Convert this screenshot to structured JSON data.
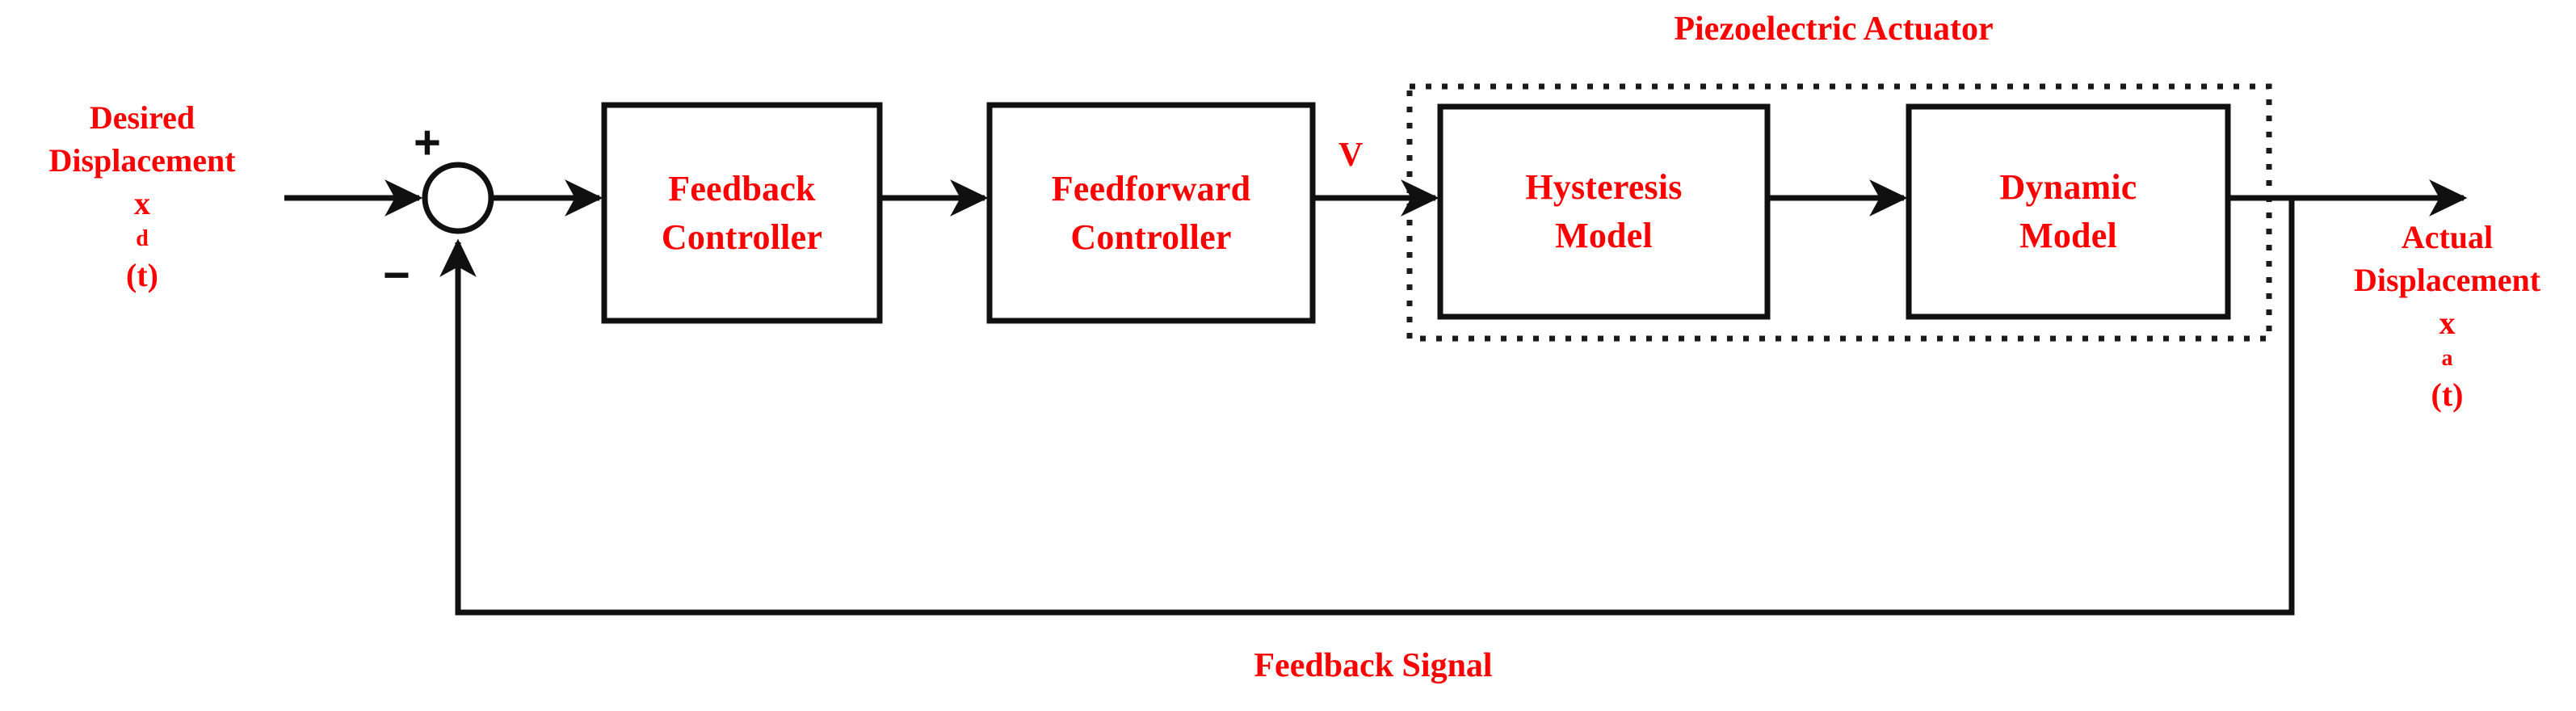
{
  "diagram": {
    "kind": "control-system-block-diagram",
    "background_color": "#ffffff",
    "accent_color": "#fe0000",
    "line_color": "#101010"
  },
  "group": {
    "title": "Piezoelectric Actuator",
    "border_style": "dotted"
  },
  "input": {
    "line1": "Desired",
    "line2": "Displacement",
    "symbol_base": "x",
    "symbol_sub": "d",
    "symbol_tail": "(t)"
  },
  "output": {
    "line1": "Actual",
    "line2": "Displacement",
    "symbol_base": "x",
    "symbol_sub": "a",
    "symbol_tail": "(t)"
  },
  "summing_junction": {
    "plus": "+",
    "minus": "−"
  },
  "signals": {
    "voltage": "V",
    "feedback": "Feedback Signal"
  },
  "blocks": [
    {
      "id": "feedback-controller",
      "line1": "Feedback",
      "line2": "Controller"
    },
    {
      "id": "feedforward-controller",
      "line1": "Feedforward",
      "line2": "Controller"
    },
    {
      "id": "hysteresis-model",
      "line1": "Hysteresis",
      "line2": "Model"
    },
    {
      "id": "dynamic-model",
      "line1": "Dynamic",
      "line2": "Model"
    }
  ]
}
